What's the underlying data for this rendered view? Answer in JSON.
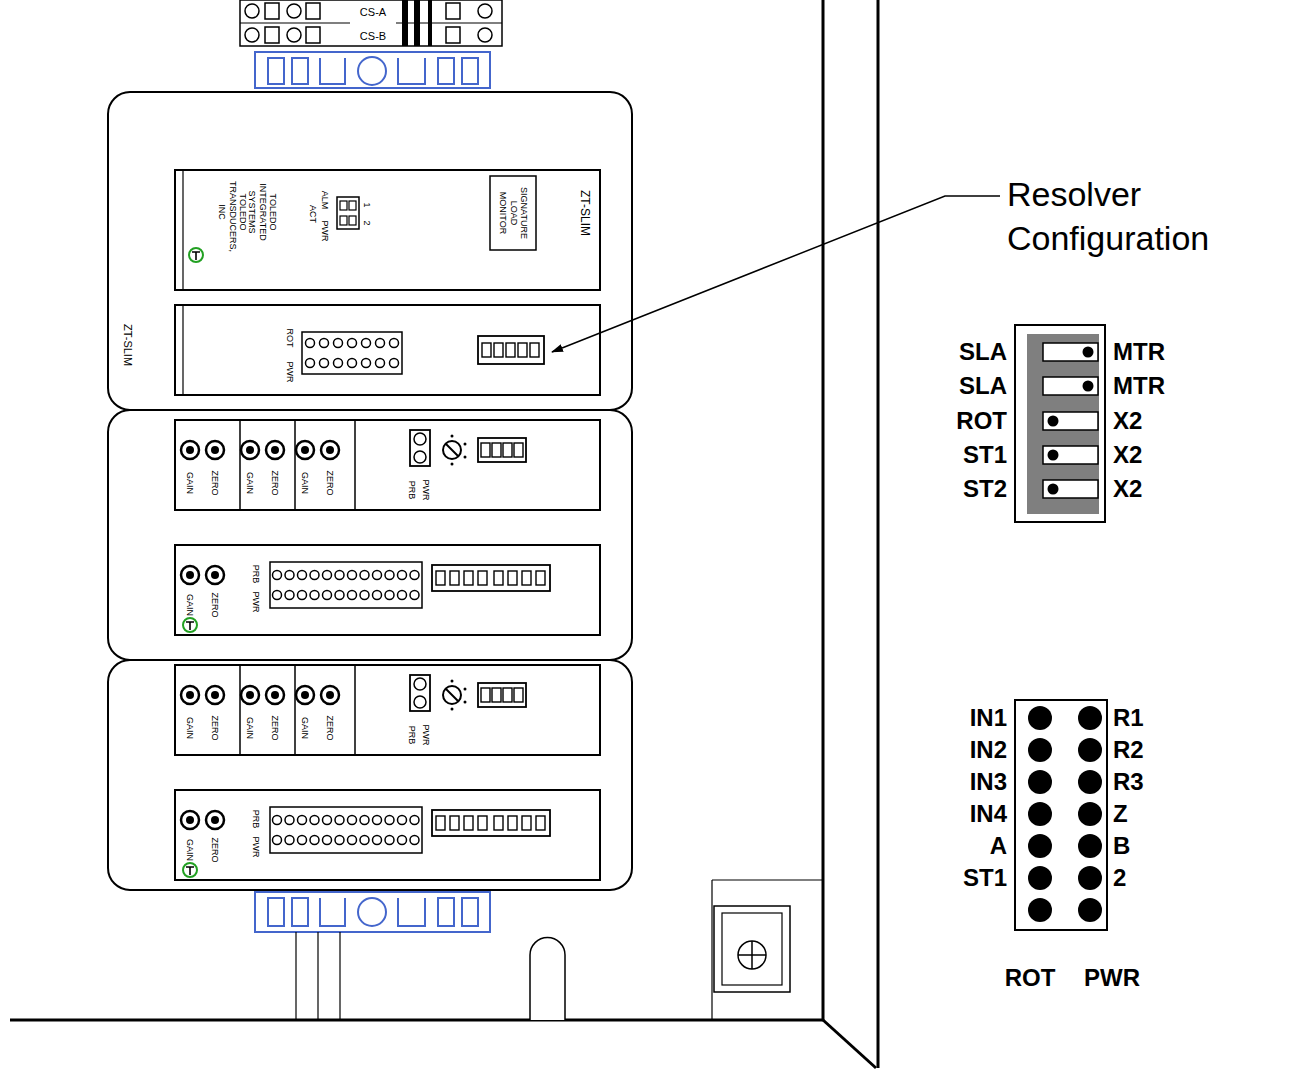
{
  "diagram": {
    "labels": [
      "CS-A",
      "CS-B",
      "TOLEDO TRANSDUCERS, INC",
      "TOLEDO INTEGRATED SYSTEMS",
      "ALM",
      "ACT",
      "PWR",
      "1",
      "2",
      "SIGNATURE LOAD MONITOR",
      "ZT-SLIM",
      "ZT-SLIM",
      "ROT",
      "PWR",
      "GAIN",
      "ZERO",
      "GAIN",
      "ZERO",
      "GAIN",
      "ZERO",
      "PRB",
      "PWR",
      "GAIN",
      "ZERO",
      "PRB",
      "PWR",
      "GAIN",
      "ZERO",
      "GAIN",
      "ZERO",
      "GAIN",
      "ZERO",
      "PRB",
      "PWR",
      "GAIN",
      "ZERO",
      "PRB",
      "PWR",
      "Resolver Configuration",
      "SLA",
      "SLA",
      "ROT",
      "ST1",
      "ST2",
      "MTR",
      "MTR",
      "X2",
      "X2",
      "X2",
      "IN1",
      "IN2",
      "IN3",
      "IN4",
      "A",
      "ST1",
      "R1",
      "R2",
      "R3",
      "Z",
      "B",
      "2",
      "ROT",
      "PWR"
    ]
  }
}
